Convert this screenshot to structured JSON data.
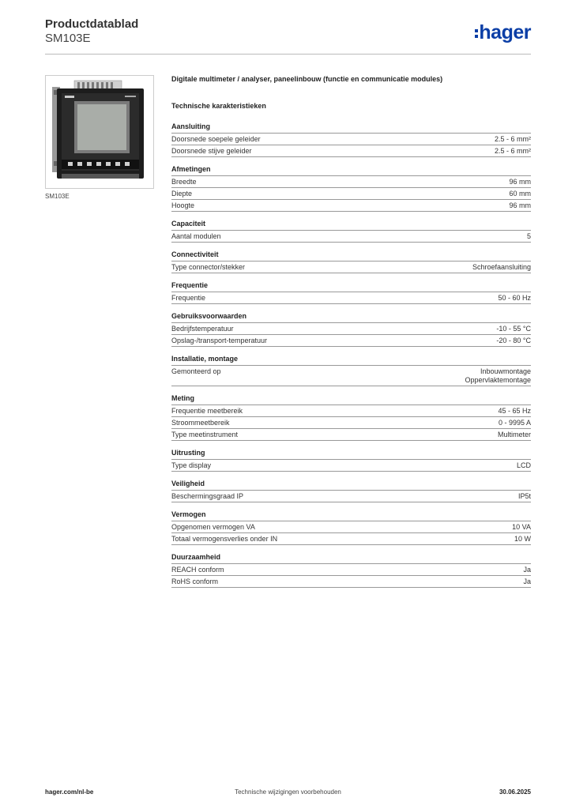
{
  "header": {
    "title": "Productdatablad",
    "subtitle": "SM103E",
    "logo_text": "hager",
    "logo_color": "#0b3ea6"
  },
  "product": {
    "image_caption": "SM103E",
    "description": "Digitale multimeter / analyser, paneelinbouw (functie en communicatie modules)"
  },
  "tech_heading": "Technische karakteristieken",
  "sections": [
    {
      "title": "Aansluiting",
      "rows": [
        {
          "label": "Doorsnede soepele geleider",
          "values": [
            "2.5 - 6 mm²"
          ]
        },
        {
          "label": "Doorsnede stijve geleider",
          "values": [
            "2.5 - 6 mm²"
          ]
        }
      ]
    },
    {
      "title": "Afmetingen",
      "rows": [
        {
          "label": "Breedte",
          "values": [
            "96 mm"
          ]
        },
        {
          "label": "Diepte",
          "values": [
            "60 mm"
          ]
        },
        {
          "label": "Hoogte",
          "values": [
            "96 mm"
          ]
        }
      ]
    },
    {
      "title": "Capaciteit",
      "rows": [
        {
          "label": "Aantal modulen",
          "values": [
            "5"
          ]
        }
      ]
    },
    {
      "title": "Connectiviteit",
      "rows": [
        {
          "label": "Type connector/stekker",
          "values": [
            "Schroefaansluiting"
          ]
        }
      ]
    },
    {
      "title": "Frequentie",
      "rows": [
        {
          "label": "Frequentie",
          "values": [
            "50 - 60 Hz"
          ]
        }
      ]
    },
    {
      "title": "Gebruiksvoorwaarden",
      "rows": [
        {
          "label": "Bedrijfstemperatuur",
          "values": [
            "-10 - 55 °C"
          ]
        },
        {
          "label": "Opslag-/transport-temperatuur",
          "values": [
            "-20 - 80 °C"
          ]
        }
      ]
    },
    {
      "title": "Installatie, montage",
      "rows": [
        {
          "label": "Gemonteerd op",
          "values": [
            "Inbouwmontage",
            "Oppervlaktemontage"
          ]
        }
      ]
    },
    {
      "title": "Meting",
      "rows": [
        {
          "label": "Frequentie meetbereik",
          "values": [
            "45 - 65 Hz"
          ]
        },
        {
          "label": "Stroommeetbereik",
          "values": [
            "0 - 9995 A"
          ]
        },
        {
          "label": "Type meetinstrument",
          "values": [
            "Multimeter"
          ]
        }
      ]
    },
    {
      "title": "Uitrusting",
      "rows": [
        {
          "label": "Type display",
          "values": [
            "LCD"
          ]
        }
      ]
    },
    {
      "title": "Veiligheid",
      "rows": [
        {
          "label": "Beschermingsgraad IP",
          "values": [
            "IP5t"
          ]
        }
      ]
    },
    {
      "title": "Vermogen",
      "rows": [
        {
          "label": "Opgenomen vermogen VA",
          "values": [
            "10 VA"
          ]
        },
        {
          "label": "Totaal vermogensverlies onder IN",
          "values": [
            "10 W"
          ]
        }
      ]
    },
    {
      "title": "Duurzaamheid",
      "rows": [
        {
          "label": "REACH conform",
          "values": [
            "Ja"
          ]
        },
        {
          "label": "RoHS conform",
          "values": [
            "Ja"
          ]
        }
      ]
    }
  ],
  "footer": {
    "website": "hager.com/nl-be",
    "notice": "Technische wijzigingen voorbehouden",
    "date": "30.06.2025"
  }
}
